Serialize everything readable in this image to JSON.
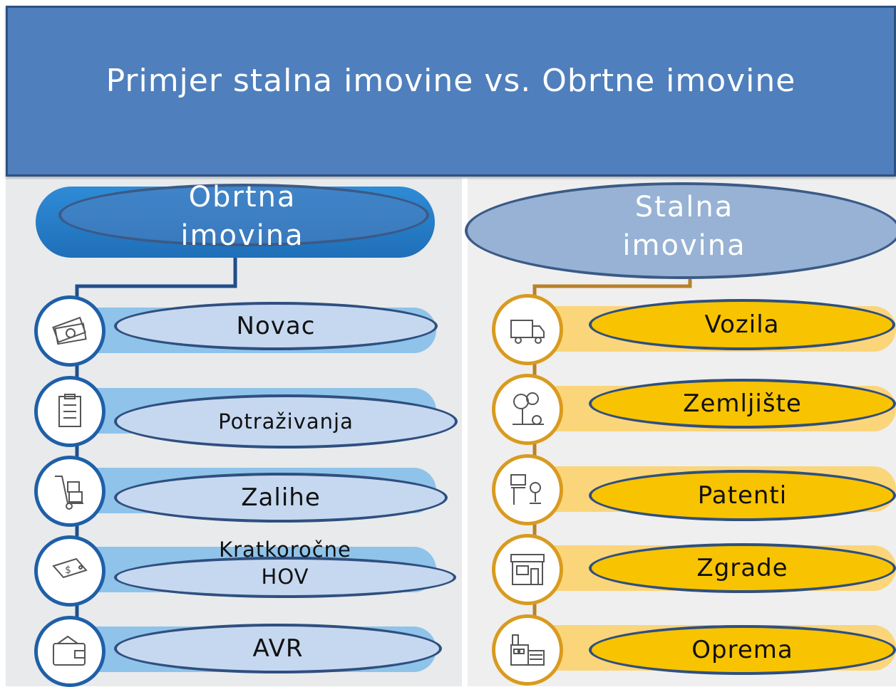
{
  "header": {
    "title": "Primjer stalna imovine vs. Obrtne imovine"
  },
  "left_column": {
    "title_line1": "Obrtna",
    "title_line2": "imovina",
    "items": [
      {
        "label": "Novac",
        "icon": "money-icon"
      },
      {
        "label": "Potraživanja",
        "icon": "checklist-icon"
      },
      {
        "label": "Zalihe",
        "icon": "hand-truck-icon"
      },
      {
        "label_line1": "Kratkoročne",
        "label_line2": "HOV",
        "icon": "dollar-tag-icon"
      },
      {
        "label": "AVR",
        "icon": "wallet-icon"
      }
    ]
  },
  "right_column": {
    "title_line1": "Stalna",
    "title_line2": "imovina",
    "items": [
      {
        "label": "Vozila",
        "icon": "truck-icon"
      },
      {
        "label": "Zemljište",
        "icon": "tree-icon"
      },
      {
        "label": "Patenti",
        "icon": "desk-chair-icon"
      },
      {
        "label": "Zgrade",
        "icon": "storefront-icon"
      },
      {
        "label": "Oprema",
        "icon": "factory-icon"
      }
    ]
  },
  "colors": {
    "header": "#4f7fbd",
    "left_accent": "#1f5fa8",
    "left_stripe": "#8fc3ea",
    "left_oval": "#c6d8f0",
    "right_accent": "#d99a1f",
    "right_stripe": "#fbd57a",
    "right_oval": "#f8c300"
  }
}
